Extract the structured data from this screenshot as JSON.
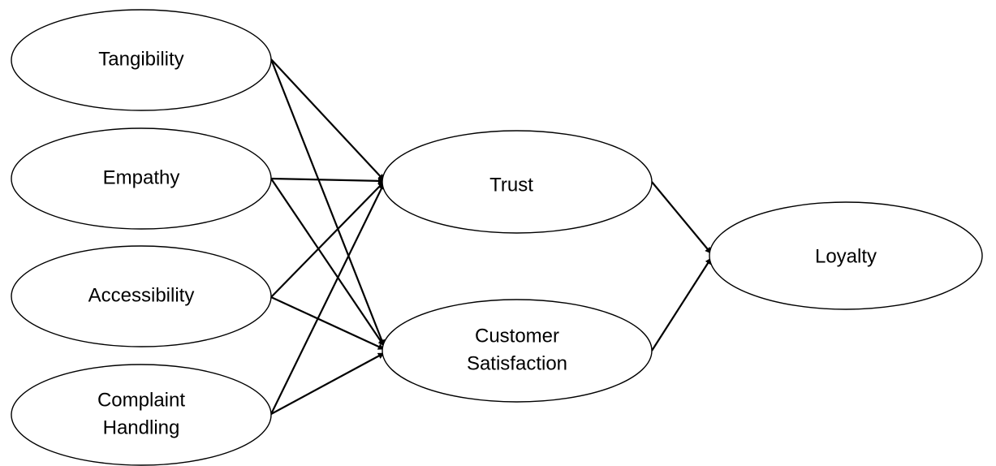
{
  "diagram": {
    "nodes": {
      "tangibility": {
        "label_lines": [
          "Tangibility"
        ]
      },
      "empathy": {
        "label_lines": [
          "Empathy"
        ]
      },
      "accessibility": {
        "label_lines": [
          "Accessibility"
        ]
      },
      "complaint_handling": {
        "label_lines": [
          "Complaint",
          "Handling"
        ]
      },
      "trust": {
        "label_lines": [
          "Trust"
        ]
      },
      "customer_satisfaction": {
        "label_lines": [
          "Customer",
          "Satisfaction"
        ]
      },
      "loyalty": {
        "label_lines": [
          "Loyalty"
        ]
      }
    },
    "edges": [
      {
        "from": "tangibility",
        "to": "trust"
      },
      {
        "from": "tangibility",
        "to": "customer_satisfaction"
      },
      {
        "from": "empathy",
        "to": "trust"
      },
      {
        "from": "empathy",
        "to": "customer_satisfaction"
      },
      {
        "from": "accessibility",
        "to": "trust"
      },
      {
        "from": "accessibility",
        "to": "customer_satisfaction"
      },
      {
        "from": "complaint_handling",
        "to": "trust"
      },
      {
        "from": "complaint_handling",
        "to": "customer_satisfaction"
      },
      {
        "from": "trust",
        "to": "loyalty"
      },
      {
        "from": "customer_satisfaction",
        "to": "loyalty"
      }
    ]
  }
}
